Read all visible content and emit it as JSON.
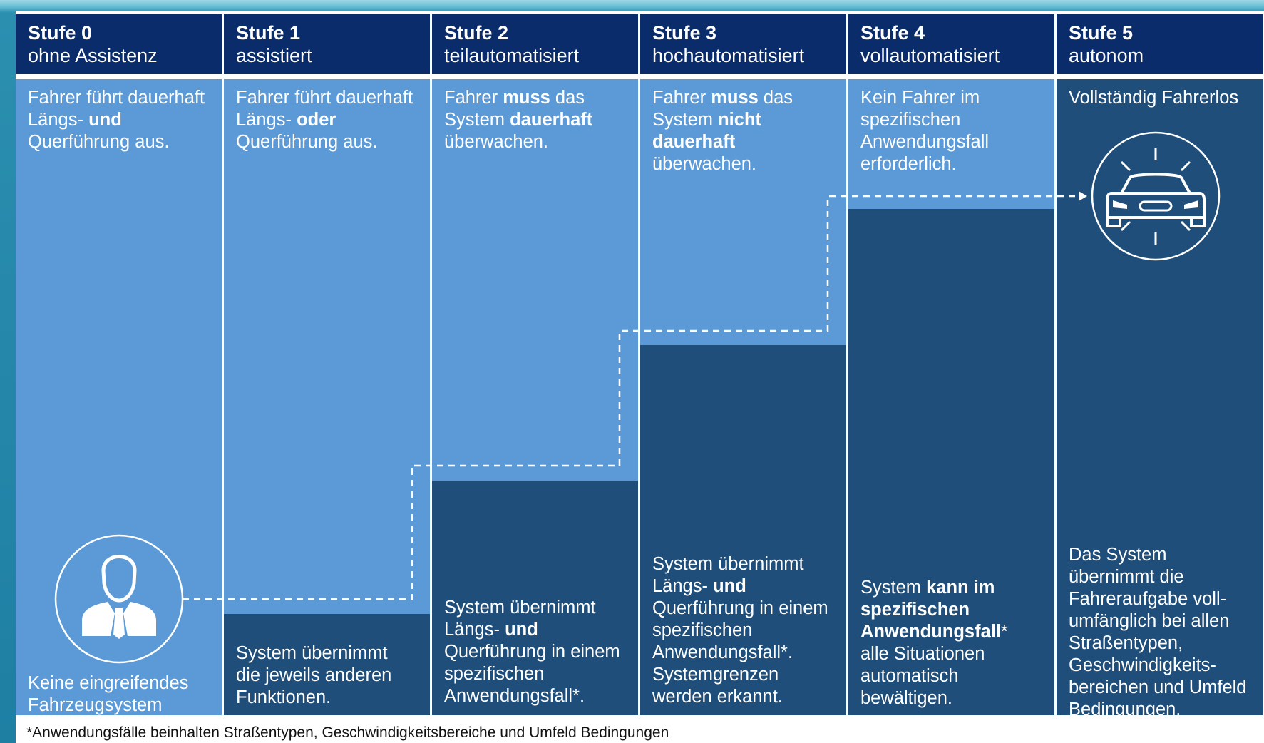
{
  "levels": [
    {
      "title": "Stufe 0",
      "subtitle": "ohne Assistenz",
      "driver_parts": [
        "Fahrer führt dauerhaft\nLängs- ",
        "und",
        "\nQuerführung aus."
      ],
      "system_parts": [
        "Keine eingreifendes\nFahrzeugsystem"
      ],
      "icon": "driver-person-icon"
    },
    {
      "title": "Stufe 1",
      "subtitle": "assistiert",
      "driver_parts": [
        "Fahrer führt dauerhaft\nLängs- ",
        "oder",
        "\nQuerführung aus."
      ],
      "system_parts": [
        "System übernimmt\ndie jeweils anderen\nFunktionen."
      ]
    },
    {
      "title": "Stufe 2",
      "subtitle": "teilautomatisiert",
      "driver_parts": [
        "Fahrer ",
        "muss",
        " das\nSystem ",
        "dauerhaft",
        "\nüberwachen."
      ],
      "system_parts": [
        "System übernimmt\nLängs- ",
        "und",
        "\nQuerführung in einem\nspezifischen\nAnwendungsfall*."
      ]
    },
    {
      "title": "Stufe 3",
      "subtitle": "hochautomatisiert",
      "driver_parts": [
        "Fahrer ",
        "muss",
        " das\nSystem ",
        "nicht\ndauerhaft",
        "\nüberwachen."
      ],
      "system_parts": [
        "System übernimmt\nLängs- ",
        "und",
        "\nQuerführung in einem\nspezifischen\nAnwendungsfall*.\nSystemgrenzen\nwerden erkannt."
      ]
    },
    {
      "title": "Stufe 4",
      "subtitle": "vollautomatisiert",
      "driver_parts": [
        "Kein Fahrer im\nspezifischen\nAnwendungsfall\nerforderlich."
      ],
      "system_parts": [
        "System ",
        "kann im\nspezifischen\nAnwendungsfall",
        "*\nalle Situationen\nautomatisch\nbewältigen."
      ]
    },
    {
      "title": "Stufe 5",
      "subtitle": "autonom",
      "driver_parts": [
        "Vollständig Fahrerlos"
      ],
      "system_parts": [
        "Das System\nübernimmt die\nFahreraufgabe voll-\numfänglich bei allen\nStraßentypen,\nGeschwindigkeits-\nbereichen und Umfeld\nBedingungen."
      ],
      "icon": "autonomous-car-icon"
    }
  ],
  "footnote": "*Anwendungsfälle beinhalten Straßentypen, Geschwindigkeitsbereiche und Umfeld Bedingungen",
  "colors": {
    "header": "#0a2c6a",
    "driver_area": "#5b9ad7",
    "system_area": "#1f4e7a",
    "text": "#ffffff"
  }
}
